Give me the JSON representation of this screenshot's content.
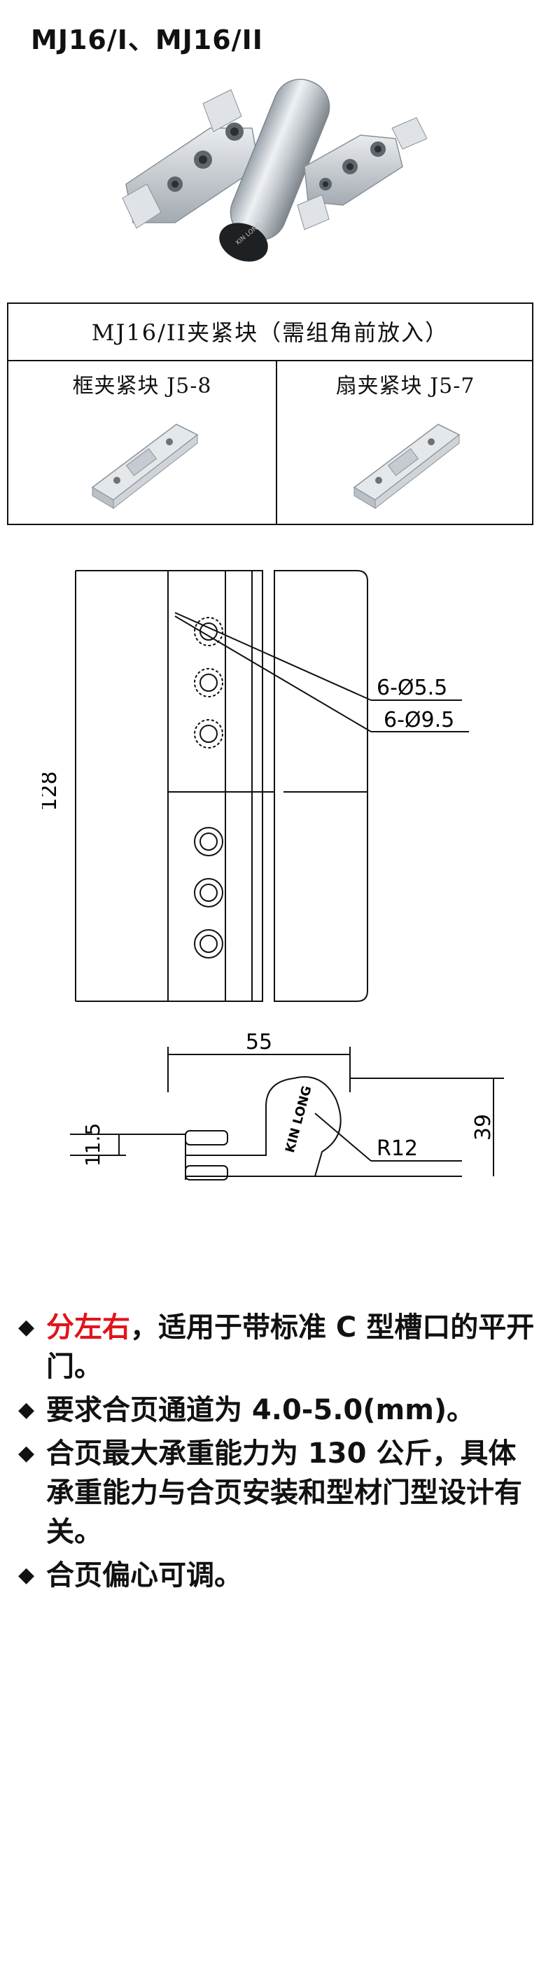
{
  "title": "MJ16/I、MJ16/II",
  "product_photo": {
    "engraving": "KIN LONG"
  },
  "clamp_table": {
    "header": "MJ16/II夹紧块（需组角前放入）",
    "left_label": "框夹紧块 J5-8",
    "right_label": "扇夹紧块 J5-7"
  },
  "drawing": {
    "dim_height": "128",
    "hole_small": "6-Ø5.5",
    "hole_large": "6-Ø9.5",
    "dim_width": "55",
    "dim_depth": "39",
    "dim_slot": "11.5",
    "radius": "R12",
    "brand": "KIN LONG"
  },
  "specs": [
    {
      "bullet": "◆",
      "highlight": "分左右",
      "text": "，适用于带标准 C 型槽口的平开门。"
    },
    {
      "bullet": "◆",
      "highlight": "",
      "text": "要求合页通道为 4.0-5.0(mm)。"
    },
    {
      "bullet": "◆",
      "highlight": "",
      "text": "合页最大承重能力为 130 公斤，具体承重能力与合页安装和型材门型设计有关。"
    },
    {
      "bullet": "◆",
      "highlight": "",
      "text": "合页偏心可调。"
    }
  ]
}
